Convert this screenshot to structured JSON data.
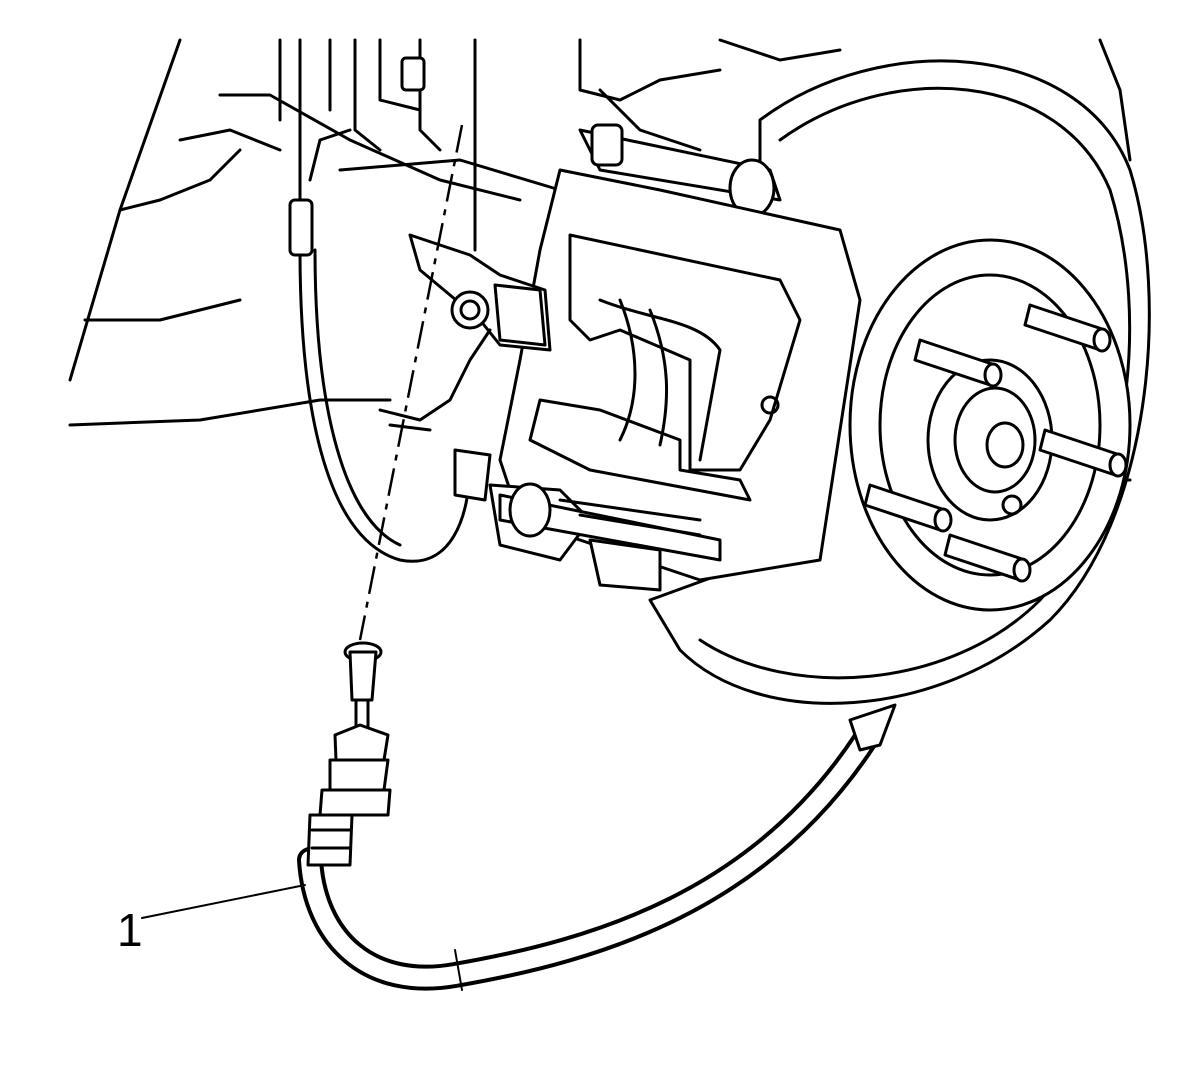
{
  "callouts": [
    {
      "id": "1",
      "label": "1"
    }
  ],
  "icons": [
    "brake-rotor",
    "brake-caliper",
    "wheel-stud",
    "parking-brake-cable"
  ]
}
